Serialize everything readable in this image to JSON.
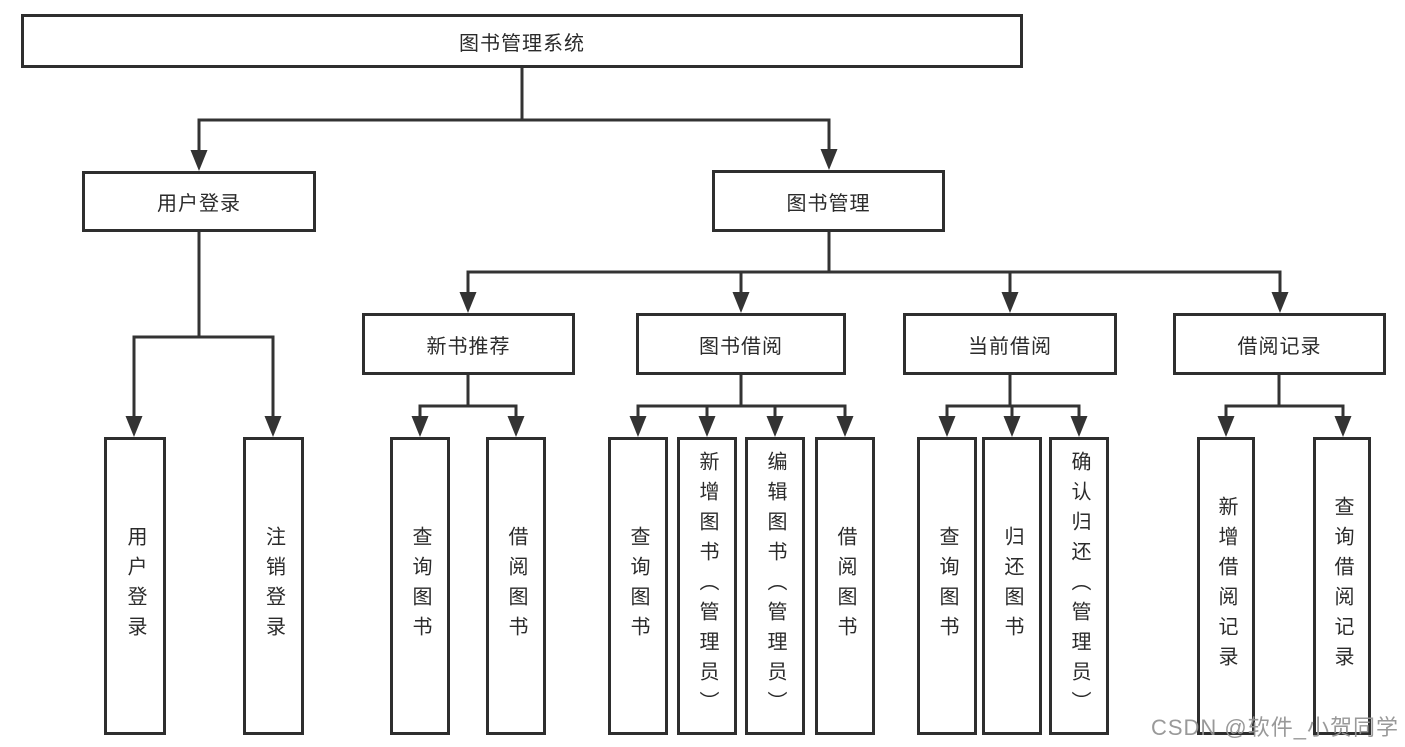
{
  "diagram": {
    "type": "hierarchy-tree",
    "watermark": "CSDN @软件_小贺同学",
    "colors": {
      "background": "#ffffff",
      "box_border": "#2e2e2e",
      "line": "#333333",
      "text": "#2b2b2b",
      "watermark": "#949494"
    },
    "nodes": {
      "root": "图书管理系统",
      "user_login": "用户登录",
      "book_mgmt": "图书管理",
      "new_book_rec": "新书推荐",
      "book_borrow": "图书借阅",
      "current_borrow": "当前借阅",
      "borrow_record": "借阅记录",
      "leaf_user_login": "用户登录",
      "leaf_logout": "注销登录",
      "leaf_nbr_query": "查询图书",
      "leaf_nbr_borrow": "借阅图书",
      "leaf_bb_query": "查询图书",
      "leaf_bb_add": "新增图书（管理员）",
      "leaf_bb_edit": "编辑图书（管理员）",
      "leaf_bb_borrow": "借阅图书",
      "leaf_cb_query": "查询图书",
      "leaf_cb_return": "归还图书",
      "leaf_cb_confirm": "确认归还（管理员）",
      "leaf_br_add": "新增借阅记录",
      "leaf_br_query": "查询借阅记录"
    }
  }
}
